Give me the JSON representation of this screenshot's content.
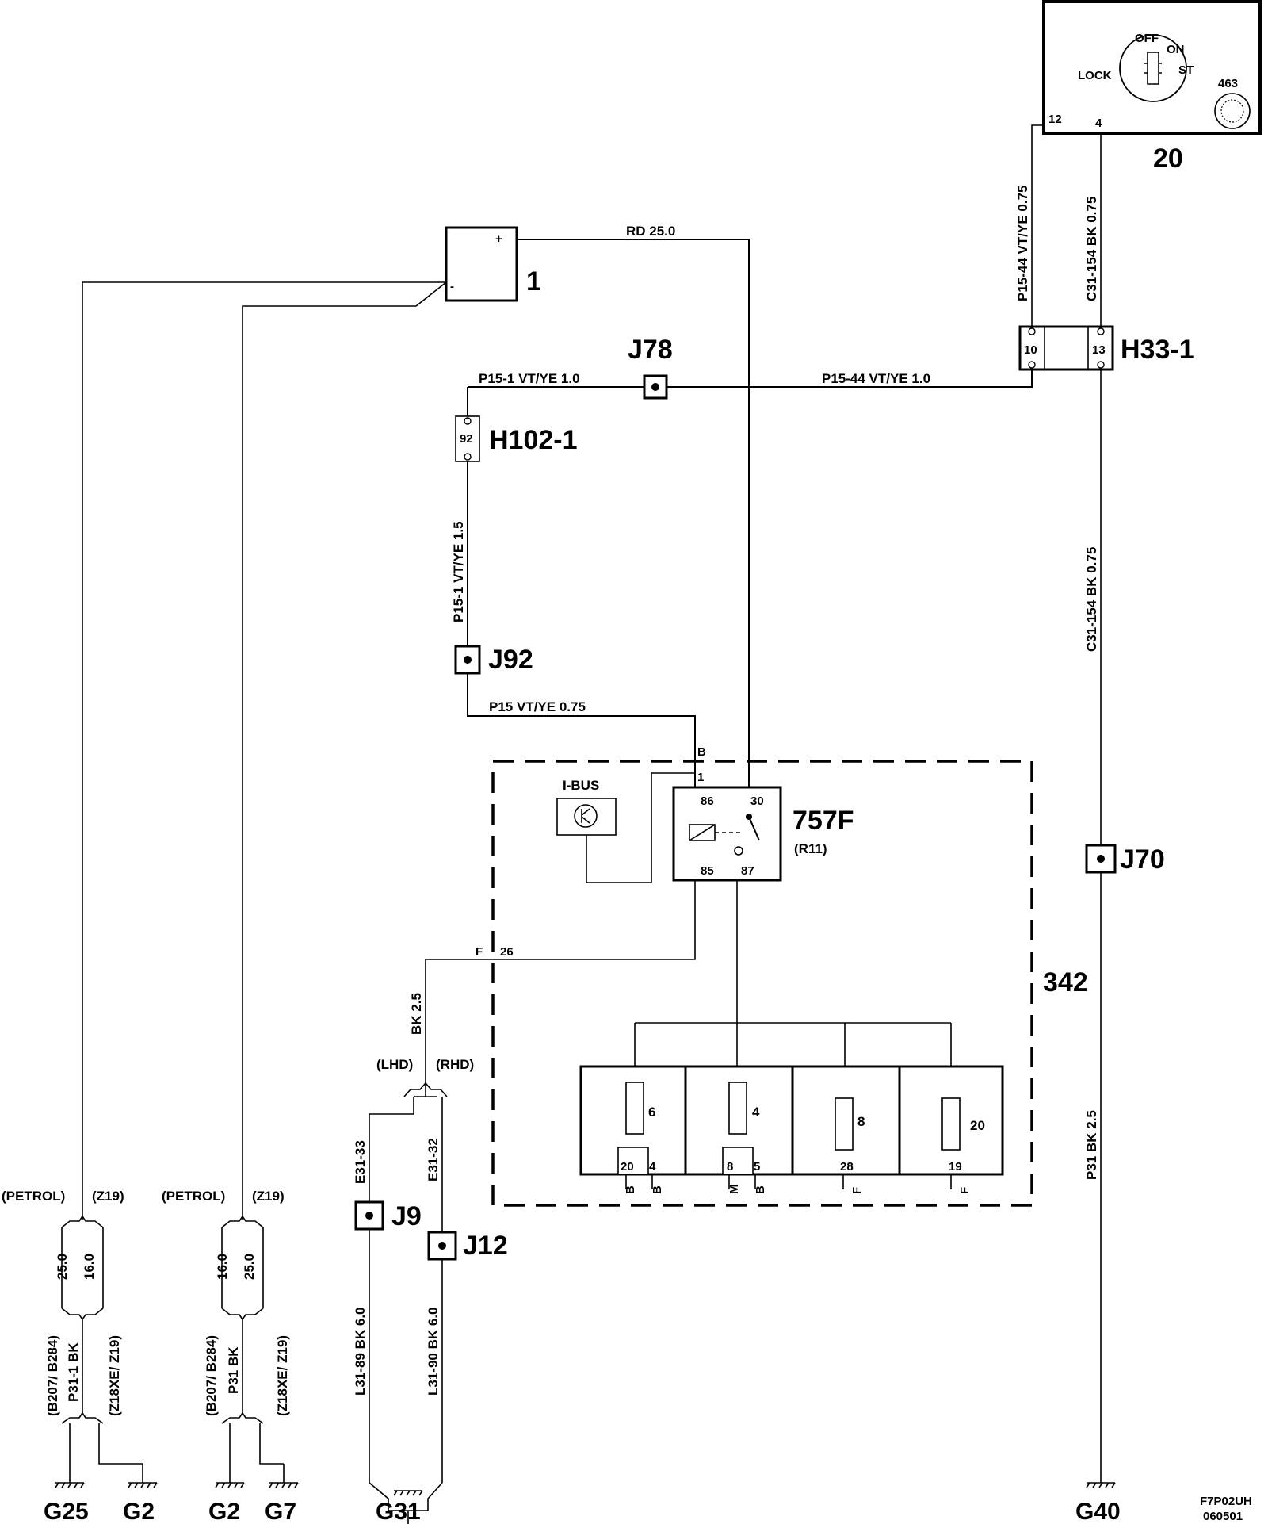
{
  "sheet_code": "F7P02UH",
  "sheet_date": "060501",
  "components": {
    "battery": {
      "number": "1",
      "plus": "+",
      "minus": "-"
    },
    "ignition": {
      "number": "20",
      "off": "OFF",
      "on": "ON",
      "lock": "LOCK",
      "st": "ST",
      "ref": "463",
      "pin_12": "12",
      "pin_4": "4"
    },
    "relay": {
      "number": "757F",
      "sub": "(R11)",
      "p86": "86",
      "p30": "30",
      "p85": "85",
      "p87": "87"
    },
    "module": {
      "number": "342",
      "ibus": "I-BUS",
      "pin_b": "B",
      "pin_1": "1",
      "pin_f": "F",
      "pin_26": "26"
    },
    "fuses": [
      {
        "value": "6",
        "pins": [
          "20",
          "4"
        ],
        "letters": [
          "B",
          "B"
        ]
      },
      {
        "value": "4",
        "pins": [
          "8",
          "5"
        ],
        "letters": [
          "M",
          "B"
        ]
      },
      {
        "value": "8",
        "pins": [
          "28"
        ],
        "letters": [
          "F"
        ]
      },
      {
        "value": "20",
        "pins": [
          "19"
        ],
        "letters": [
          "F"
        ]
      }
    ]
  },
  "connectors": {
    "h33": {
      "name": "H33-1",
      "pin_a": "10",
      "pin_b": "13"
    },
    "h102": {
      "name": "H102-1",
      "pin": "92"
    }
  },
  "splices": {
    "j78": "J78",
    "j92": "J92",
    "j70": "J70",
    "j9": "J9",
    "j12": "J12"
  },
  "wires": {
    "rd": "RD  25.0",
    "p15_1_top": "P15-1   VT/YE 1.0",
    "p15_44_h": "P15-44   VT/YE   1.0",
    "p15_44_v": "P15-44   VT/YE   0.75",
    "c31_top": "C31-154   BK   0.75",
    "c31_mid": "C31-154   BK   0.75",
    "p15_1_v": "P15-1 VT/YE   1.5",
    "p15": "P15    VT/YE    0.75",
    "bk25": "BK    2.5",
    "p31_right": "P31   BK   2.5",
    "e31_33": "E31-33",
    "e31_32": "E31-32",
    "l31_89": "L31-89  BK  6.0",
    "l31_90": "L31-90  BK  6.0",
    "p31_1": "P31-1  BK",
    "p31": "P31   BK"
  },
  "variants": {
    "lhd": "(LHD)",
    "rhd": "(RHD)",
    "petrol": "(PETROL)",
    "z19": "(Z19)",
    "b207": "(B207/ B284)",
    "z18": "(Z18XE/ Z19)",
    "g1_a": "25.0",
    "g1_b": "16.0",
    "g2_a": "16.0",
    "g2_b": "25.0"
  },
  "grounds": {
    "g25": "G25",
    "g2a": "G2",
    "g2b": "G2",
    "g7": "G7",
    "g31": "G31",
    "g40": "G40"
  }
}
